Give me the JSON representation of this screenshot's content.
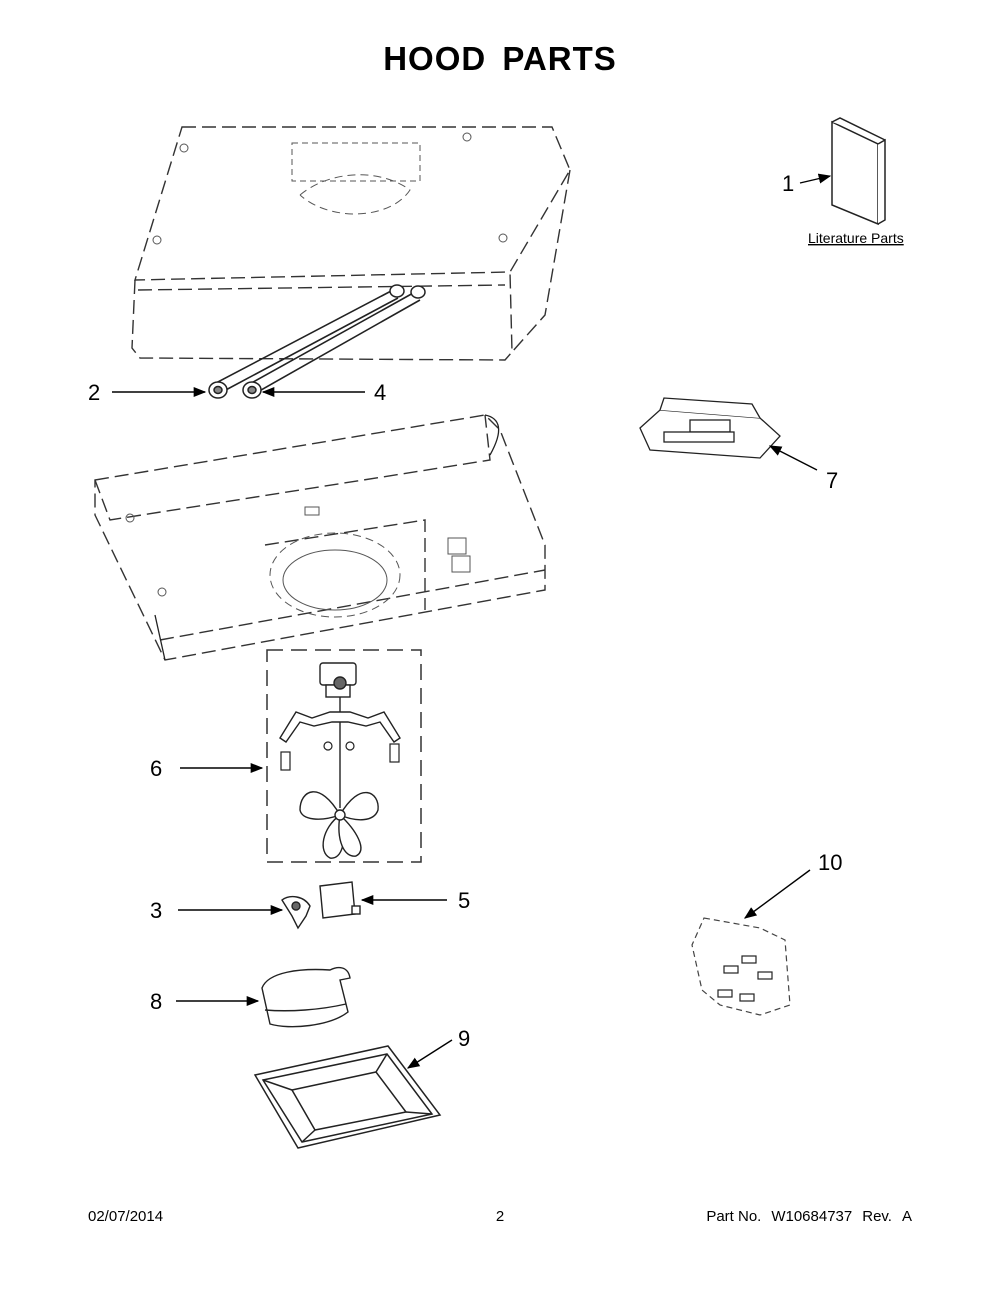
{
  "page": {
    "title": "HOOD  PARTS",
    "footer": {
      "date": "02/07/2014",
      "page_number": "2",
      "part_label": "Part No.",
      "part_number": "W10684737",
      "rev_label": "Rev.",
      "rev": "A"
    }
  },
  "callouts": [
    {
      "number": "1"
    },
    {
      "number": "2"
    },
    {
      "number": "3"
    },
    {
      "number": "4"
    },
    {
      "number": "5"
    },
    {
      "number": "6"
    },
    {
      "number": "7"
    },
    {
      "number": "8"
    },
    {
      "number": "9"
    },
    {
      "number": "10"
    }
  ],
  "literature_label": "Literature Parts"
}
